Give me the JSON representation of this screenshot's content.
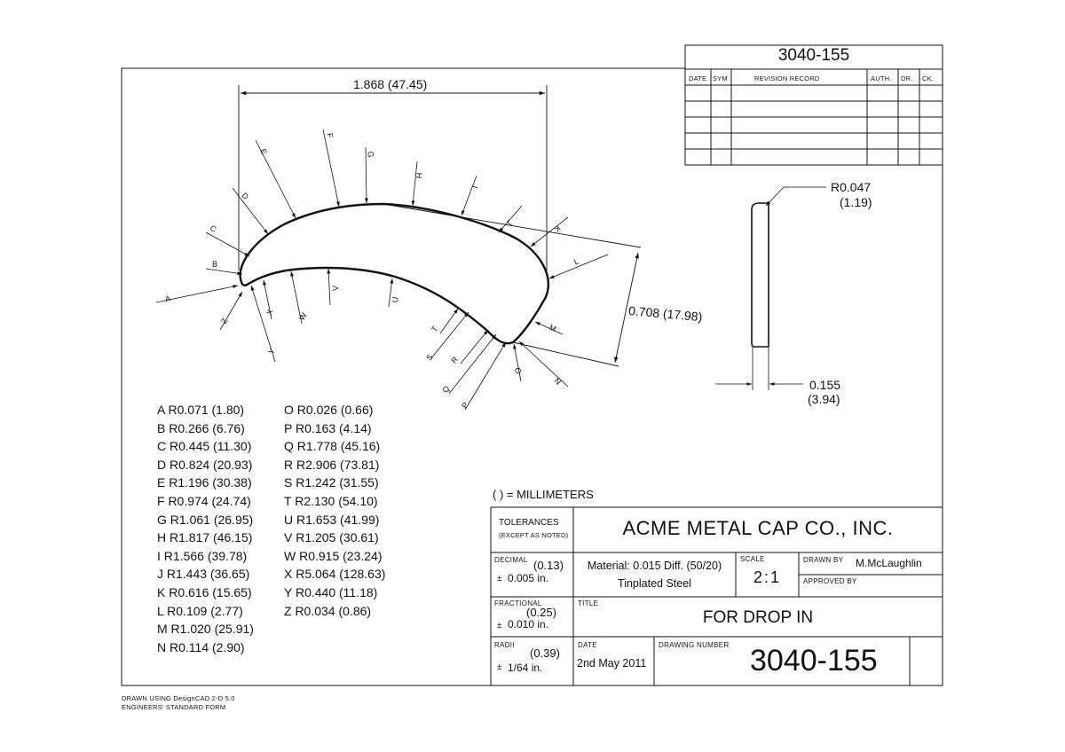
{
  "drawing_number_top": "3040-155",
  "revision_table": {
    "headers": [
      "DATE",
      "SYM",
      "REVISION RECORD",
      "AUTH.",
      "DR.",
      "CK."
    ],
    "rows": 5
  },
  "part_view": {
    "overall_width": "1.868 (47.45)",
    "overall_height": "0.708 (17.98)",
    "arrow_letters": [
      "A",
      "B",
      "C",
      "D",
      "E",
      "F",
      "G",
      "H",
      "I",
      "J",
      "K",
      "L",
      "M",
      "N",
      "O",
      "P",
      "Q",
      "R",
      "S",
      "T",
      "U",
      "V",
      "W",
      "X",
      "Y",
      "Z"
    ]
  },
  "side_view": {
    "corner_radius": "R0.047",
    "corner_radius_mm": "(1.19)",
    "thickness": "0.155",
    "thickness_mm": "(3.94)"
  },
  "radii": {
    "left": [
      "A R0.071 (1.80)",
      "B R0.266 (6.76)",
      "C R0.445 (11.30)",
      "D R0.824 (20.93)",
      "E R1.196 (30.38)",
      "F R0.974 (24.74)",
      "G R1.061 (26.95)",
      "H R1.817 (46.15)",
      "I R1.566 (39.78)",
      "J R1.443 (36.65)",
      "K R0.616 (15.65)",
      "L R0.109 (2.77)",
      "M R1.020 (25.91)",
      "N R0.114 (2.90)"
    ],
    "right": [
      "O R0.026 (0.66)",
      "P R0.163 (4.14)",
      "Q R1.778 (45.16)",
      "R R2.906 (73.81)",
      "S R1.242 (31.55)",
      "T R2.130 (54.10)",
      "U R1.653 (41.99)",
      "V R1.205 (30.61)",
      "W R0.915 (23.24)",
      "X R5.064 (128.63)",
      "Y R0.440 (11.18)",
      "Z R0.034 (0.86)"
    ]
  },
  "title_block": {
    "units_note": "( ) = MILLIMETERS",
    "tolerances_label": "TOLERANCES",
    "tolerances_sub": "(EXCEPT AS NOTED)",
    "company": "ACME METAL CAP CO., INC.",
    "decimal_label": "DECIMAL",
    "decimal_mm": "(0.13)",
    "decimal_in": "0.005 in.",
    "material_line1": "Material: 0.015 Diff. (50/20)",
    "material_line2": "Tinplated Steel",
    "scale_label": "SCALE",
    "scale_value": "2:1",
    "drawn_by_label": "DRAWN BY",
    "drawn_by_value": "M.McLaughlin",
    "approved_by_label": "APPROVED BY",
    "fractional_label": "FRACTIONAL",
    "fractional_mm": "(0.25)",
    "fractional_in": "0.010 in.",
    "title_label": "TITLE",
    "title_value": "FOR DROP IN",
    "radii_label": "RADII",
    "radii_mm": "(0.39)",
    "radii_in": "1/64 in.",
    "date_label": "DATE",
    "date_value": "2nd May 2011",
    "drawing_number_label": "DRAWING NUMBER",
    "drawing_number": "3040-155",
    "plus_minus": "±"
  },
  "footer": {
    "line1": "DRAWN USING DesignCAD 2-D 5.0",
    "line2": "ENGINEERS' STANDARD FORM"
  }
}
